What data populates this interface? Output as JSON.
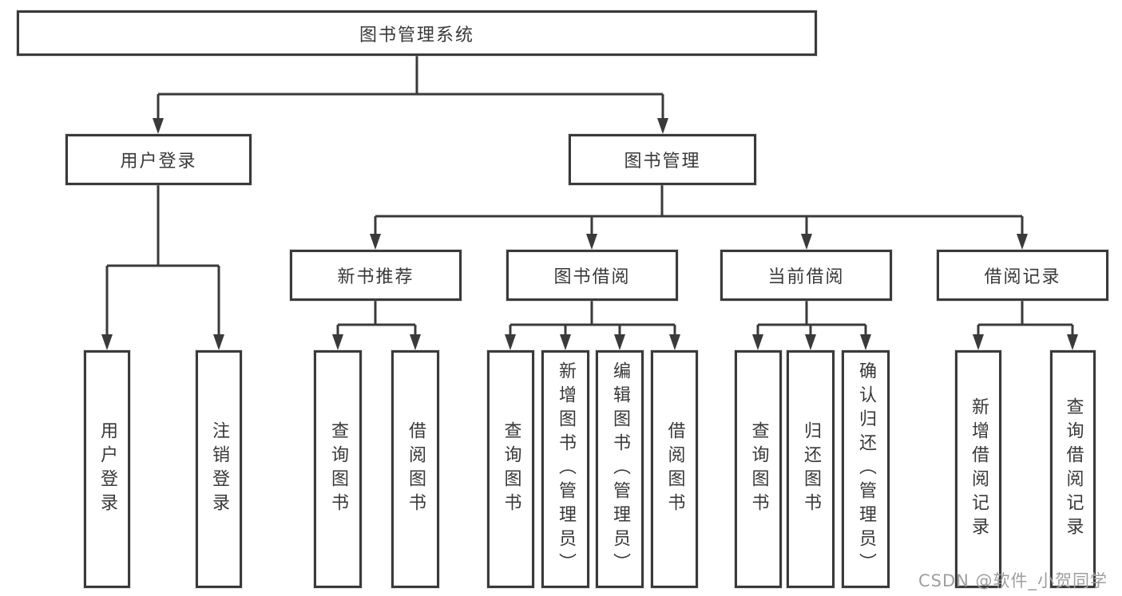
{
  "colors": {
    "line": "#3a3a3a",
    "text": "#383838",
    "box_background": "#ffffff",
    "page_background": "#ffffff",
    "watermark": "#9e9e9e"
  },
  "watermark": {
    "text": "CSDN @软件_小贺同学"
  },
  "tree": {
    "root": {
      "label": "图书管理系统"
    },
    "branches": [
      {
        "label": "用户登录",
        "leaves": [
          {
            "label": "用户登录"
          },
          {
            "label": "注销登录"
          }
        ]
      },
      {
        "label": "图书管理",
        "groups": [
          {
            "label": "新书推荐",
            "leaves": [
              {
                "label": "查询图书"
              },
              {
                "label": "借阅图书"
              }
            ]
          },
          {
            "label": "图书借阅",
            "leaves": [
              {
                "label": "查询图书"
              },
              {
                "label": "新增图书（管理员）"
              },
              {
                "label": "编辑图书（管理员）"
              },
              {
                "label": "借阅图书"
              }
            ]
          },
          {
            "label": "当前借阅",
            "leaves": [
              {
                "label": "查询图书"
              },
              {
                "label": "归还图书"
              },
              {
                "label": "确认归还（管理员）"
              }
            ]
          },
          {
            "label": "借阅记录",
            "leaves": [
              {
                "label": "新增借阅记录"
              },
              {
                "label": "查询借阅记录"
              }
            ]
          }
        ]
      }
    ]
  }
}
